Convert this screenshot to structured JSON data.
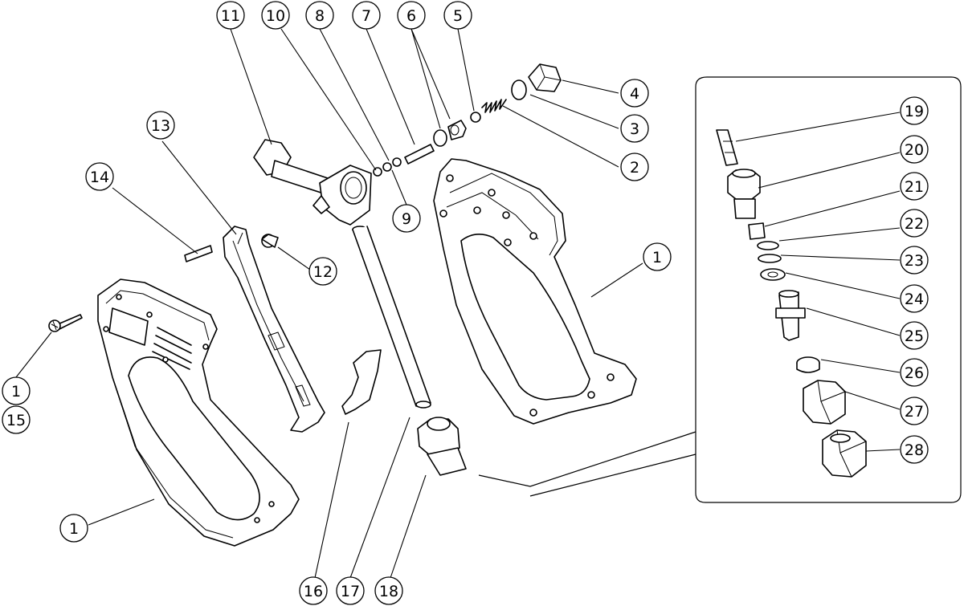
{
  "callouts": [
    {
      "id": "c11",
      "label": "11"
    },
    {
      "id": "c10",
      "label": "10"
    },
    {
      "id": "c8",
      "label": "8"
    },
    {
      "id": "c7",
      "label": "7"
    },
    {
      "id": "c6",
      "label": "6"
    },
    {
      "id": "c5",
      "label": "5"
    },
    {
      "id": "c4",
      "label": "4"
    },
    {
      "id": "c3",
      "label": "3"
    },
    {
      "id": "c2",
      "label": "2"
    },
    {
      "id": "c9",
      "label": "9"
    },
    {
      "id": "c13",
      "label": "13"
    },
    {
      "id": "c14",
      "label": "14"
    },
    {
      "id": "c12",
      "label": "12"
    },
    {
      "id": "c1a",
      "label": "1"
    },
    {
      "id": "c15",
      "label": "15"
    },
    {
      "id": "c1b",
      "label": "1"
    },
    {
      "id": "c1c",
      "label": "1"
    },
    {
      "id": "c16",
      "label": "16"
    },
    {
      "id": "c17",
      "label": "17"
    },
    {
      "id": "c18",
      "label": "18"
    },
    {
      "id": "c19",
      "label": "19"
    },
    {
      "id": "c20",
      "label": "20"
    },
    {
      "id": "c21",
      "label": "21"
    },
    {
      "id": "c22",
      "label": "22"
    },
    {
      "id": "c23",
      "label": "23"
    },
    {
      "id": "c24",
      "label": "24"
    },
    {
      "id": "c25",
      "label": "25"
    },
    {
      "id": "c26",
      "label": "26"
    },
    {
      "id": "c27",
      "label": "27"
    },
    {
      "id": "c28",
      "label": "28"
    }
  ]
}
